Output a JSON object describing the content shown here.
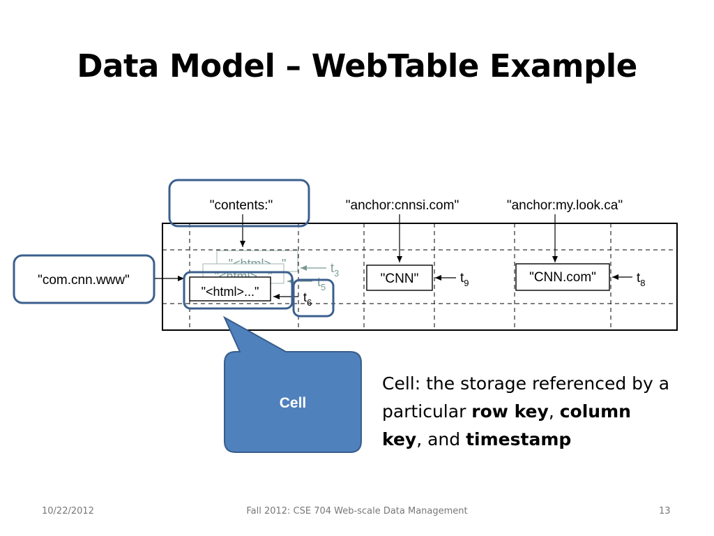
{
  "slide": {
    "title": "Data Model – WebTable Example",
    "description": {
      "part1": "Cell: the storage referenced by a particular ",
      "row_key": "row key",
      "sep1": ", ",
      "column_key": "column key",
      "sep2": ", and ",
      "timestamp": "timestamp"
    }
  },
  "diagram": {
    "column_headers": [
      "\"contents:\"",
      "\"anchor:cnnsi.com\"",
      "\"anchor:my.look.ca\""
    ],
    "row_key": "\"com.cnn.www\"",
    "versions": [
      {
        "text": "\"<html>...\"",
        "t": "t",
        "sub": "3"
      },
      {
        "text": "\"<html>...\"",
        "t": "t",
        "sub": "5"
      },
      {
        "text": "\"<html>...\"",
        "t": "t",
        "sub": "6"
      }
    ],
    "anchor_cnnsi": {
      "text": "\"CNN\"",
      "t": "t",
      "sub": "9"
    },
    "anchor_mylook": {
      "text": "\"CNN.com\"",
      "t": "t",
      "sub": "8"
    },
    "callout_label": "Cell"
  },
  "colors": {
    "highlight_border": "#3b5f8e",
    "callout_fill": "#4f81bd",
    "callout_border": "#385d8a",
    "faded_text": "#7a9a94"
  },
  "footer": {
    "date": "10/22/2012",
    "course": "Fall 2012: CSE 704 Web-scale Data Management",
    "page": "13"
  }
}
